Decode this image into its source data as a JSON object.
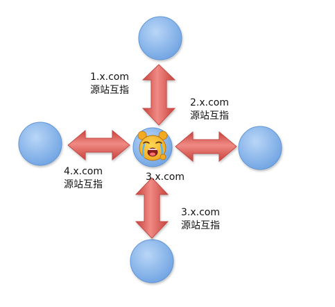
{
  "colors": {
    "node_fill": "#7fb0e8",
    "node_highlight": "#b9d6f7",
    "node_edge": "#5e95d6",
    "arrow_fill": "#e0605a",
    "arrow_highlight": "#f3a19b",
    "arrow_edge": "#c44a44",
    "label_text": "#111111"
  },
  "center_node": {
    "icon": "crying-cartoon-bear-emoticon",
    "label": "3.x.com"
  },
  "links": {
    "top": {
      "domain": "1.x.com",
      "text": "源站互指"
    },
    "right": {
      "domain": "2.x.com",
      "text": "源站互指"
    },
    "bottom": {
      "domain": "3.x.com",
      "text": "源站互指"
    },
    "left": {
      "domain": "4.x.com",
      "text": "源站互指"
    }
  }
}
